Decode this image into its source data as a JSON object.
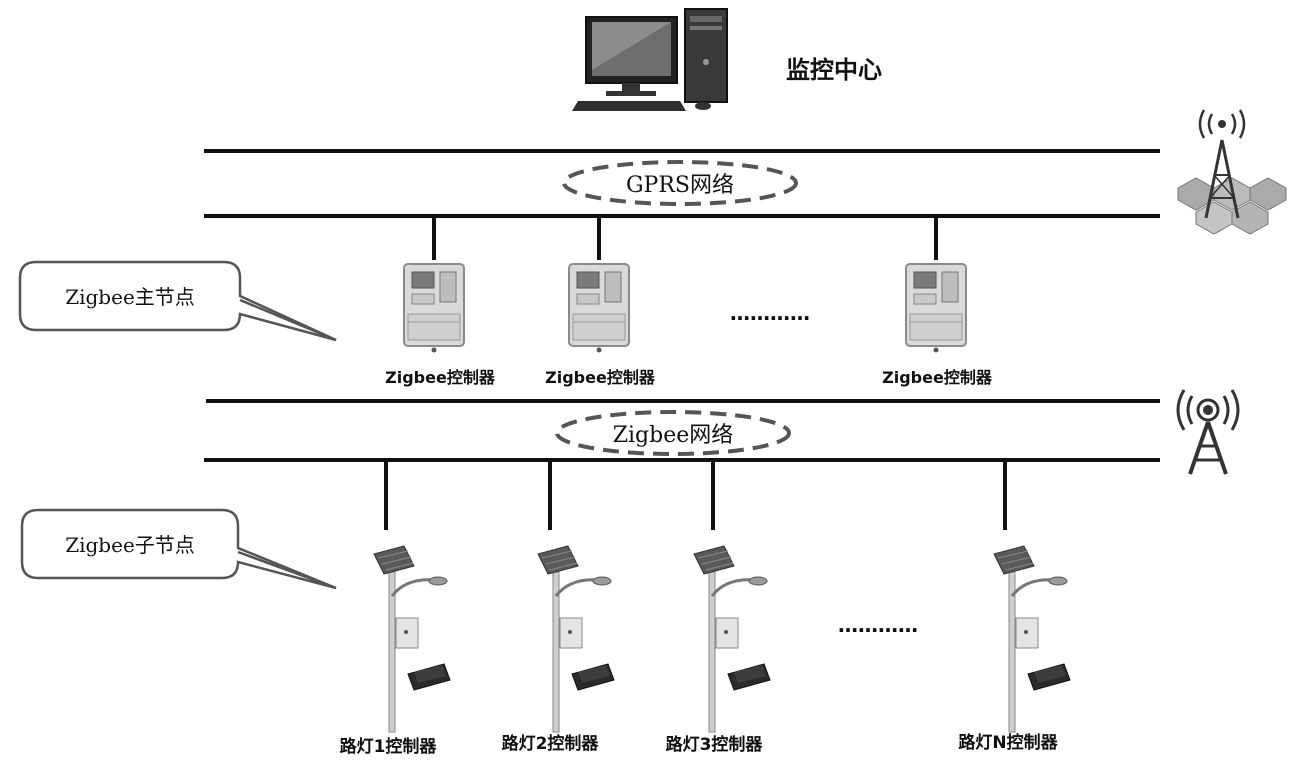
{
  "monitor_center": {
    "label": "监控中心"
  },
  "networks": {
    "gprs": {
      "label": "GPRS网络"
    },
    "zigbee": {
      "label": "Zigbee网络"
    }
  },
  "callouts": {
    "master": {
      "label": "Zigbee主节点"
    },
    "child": {
      "label": "Zigbee子节点"
    }
  },
  "zigbee_controllers": [
    {
      "label": "Zigbee控制器"
    },
    {
      "label": "Zigbee控制器"
    },
    {
      "label": "Zigbee控制器"
    }
  ],
  "streetlight_controllers": [
    {
      "label": "路灯1控制器"
    },
    {
      "label": "路灯2控制器"
    },
    {
      "label": "路灯3控制器"
    },
    {
      "label": "路灯N控制器"
    }
  ],
  "ellipsis": {
    "controllers": "…………",
    "streetlights": "…………"
  },
  "icons": {
    "computer": "desktop-computer-icon",
    "cell_tower": "cell-tower-icon",
    "antenna": "radio-antenna-icon",
    "meter": "controller-meter-icon",
    "streetlight": "solar-streetlight-icon"
  }
}
